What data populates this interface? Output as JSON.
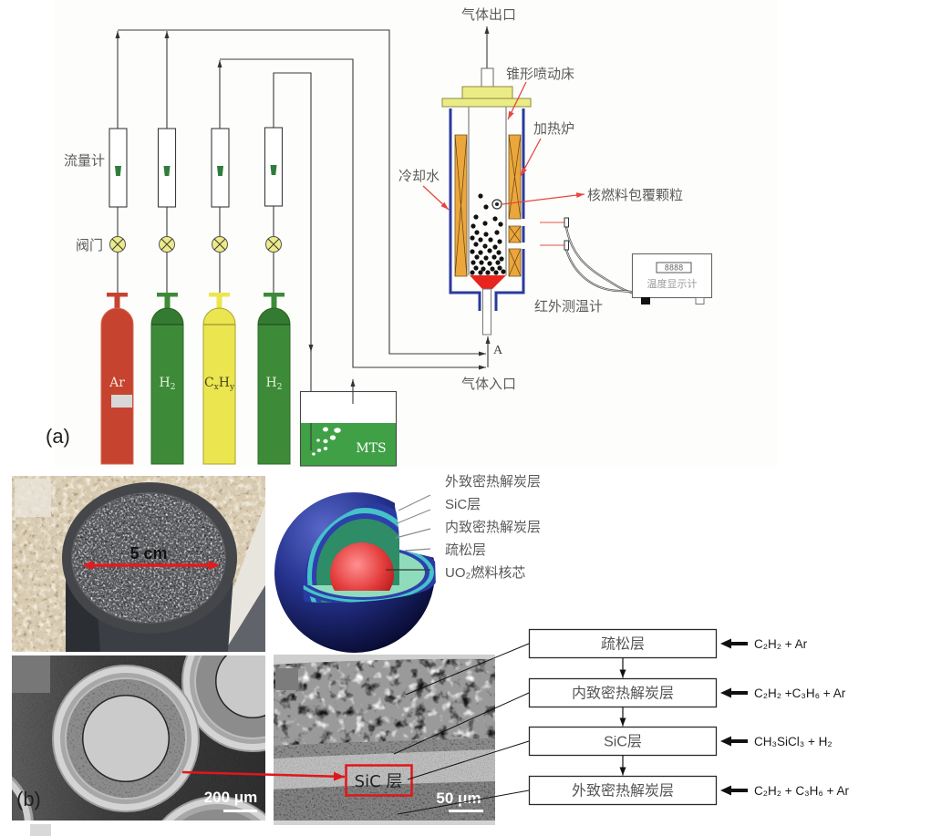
{
  "panel_a": {
    "label": "(a)",
    "flowmeter_label": "流量计",
    "valve_label": "阀门",
    "cylinders": [
      {
        "formula": [
          {
            "symbol": "Ar"
          }
        ],
        "color": "#c5432f"
      },
      {
        "formula": [
          {
            "symbol": "H",
            "sub": "2"
          }
        ],
        "color": "#3d8b38"
      },
      {
        "formula": [
          {
            "symbol": "C",
            "sub": "x"
          },
          {
            "symbol": "H",
            "sub": "y"
          }
        ],
        "color": "#ebe64f"
      },
      {
        "formula": [
          {
            "symbol": "H",
            "sub": "2"
          }
        ],
        "color": "#3d8b38"
      }
    ],
    "mts_tank": {
      "label": "MTS",
      "liquid_color": "#3fa046"
    },
    "reactor": {
      "gas_outlet_label": "气体出口",
      "spouted_bed_label": "锥形喷动床",
      "furnace_label": "加热炉",
      "cooling_water_label": "冷却水",
      "coated_particle_label": "核燃料包覆颗粒",
      "inlet_point_label": "A",
      "gas_inlet_label": "气体入口",
      "wall_color": "#2b3a9c",
      "heater_color": "#eba63c",
      "cone_color": "#e8241e"
    },
    "pyrometer": {
      "label": "红外测温计",
      "display_label": "温度显示计",
      "readout": "8888"
    }
  },
  "panel_b": {
    "label": "(b)",
    "compact_diameter_label": "5 cm",
    "particle_layer_labels": [
      "外致密热解炭层",
      "SiC层",
      "内致密热解炭层",
      "疏松层",
      "UO₂燃料核芯"
    ],
    "micrograph_scale_labels": [
      "200 μm",
      "50 μm"
    ],
    "sic_callout_label": "SiC 层",
    "process_steps": [
      {
        "layer": "疏松层",
        "precursor": "C₂H₂ + Ar"
      },
      {
        "layer": "内致密热解炭层",
        "precursor": "C₂H₂ +C₃H₆ + Ar"
      },
      {
        "layer": "SiC层",
        "precursor": "CH₃SiCl₃ + H₂"
      },
      {
        "layer": "外致密热解炭层",
        "precursor": "C₂H₂ + C₃H₆ + Ar"
      }
    ],
    "highlight_color": "#e0161b"
  }
}
